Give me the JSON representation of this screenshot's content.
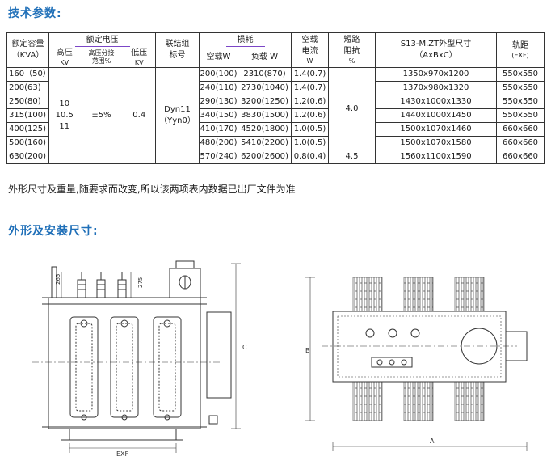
{
  "section_title_params": "技术参数:",
  "table": {
    "h_capacity": "额定容量",
    "h_capacity_unit": "（KVA）",
    "h_rated_voltage": "额定电压",
    "h_hv": "高压",
    "h_hv_unit": "KV",
    "h_tap": "高压分接",
    "h_tap_unit": "范围%",
    "h_lv": "低压",
    "h_lv_unit": "KV",
    "h_vector": "联结组",
    "h_vector2": "标号",
    "h_loss": "损耗",
    "h_noload": "空载W",
    "h_load": "负载 W",
    "h_current": "空载",
    "h_current2": "电流",
    "h_current_unit": "W",
    "h_imp": "短路",
    "h_imp2": "阻抗",
    "h_imp_unit": "%",
    "h_dim": "S13-M.ZT外型尺寸",
    "h_dim_unit": "（AxBxC）",
    "h_gauge": "轨距",
    "h_gauge_unit": "(EXF)",
    "hv_values": [
      "10",
      "10.5",
      "11"
    ],
    "tap_value": "±5%",
    "lv_value": "0.4",
    "vector_value": "Dyn11",
    "vector_value2": "（Yyn0）",
    "imp_value_a": "4.0",
    "imp_value_b": "4.5",
    "rows": [
      {
        "cap": "160（50）",
        "noload": "200(100)",
        "load": "2310(870)",
        "current": "1.4(0.7)",
        "dim": "1350x970x1200",
        "gauge": "550x550"
      },
      {
        "cap": "200(63)",
        "noload": "240(110)",
        "load": "2730(1040)",
        "current": "1.4(0.7)",
        "dim": "1370x980x1320",
        "gauge": "550x550"
      },
      {
        "cap": "250(80)",
        "noload": "290(130)",
        "load": "3200(1250)",
        "current": "1.2(0.6)",
        "dim": "1430x1000x1330",
        "gauge": "550x550"
      },
      {
        "cap": "315(100)",
        "noload": "340(150)",
        "load": "3830(1500)",
        "current": "1.2(0.6)",
        "dim": "1440x1000x1450",
        "gauge": "550x550"
      },
      {
        "cap": "400(125)",
        "noload": "410(170)",
        "load": "4520(1800)",
        "current": "1.0(0.5)",
        "dim": "1500x1070x1460",
        "gauge": "660x660"
      },
      {
        "cap": "500(160)",
        "noload": "480(200)",
        "load": "5410(2200)",
        "current": "1.0(0.5)",
        "dim": "1500x1070x1580",
        "gauge": "660x660"
      },
      {
        "cap": "630(200)",
        "noload": "570(240)",
        "load": "6200(2600)",
        "current": "0.8(0.4)",
        "dim": "1560x1100x1590",
        "gauge": "660x660"
      }
    ]
  },
  "note": "外形尺寸及重量,随要求而改变,所以该两项表内数据已出厂文件为准",
  "section_title_outline": "外形及安装尺寸:",
  "drawing_labels": {
    "dim_265": "265",
    "dim_275": "275",
    "dim_C": "C",
    "dim_EXF": "EXF",
    "dim_B": "B",
    "dim_A": "A"
  }
}
